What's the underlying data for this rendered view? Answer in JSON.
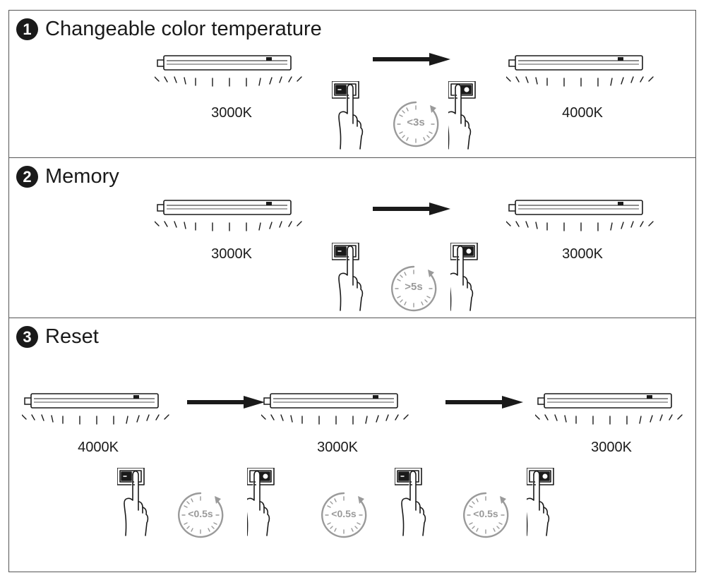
{
  "sections": [
    {
      "number": "1",
      "title": "Changeable color temperature",
      "lights": [
        "3000K",
        "4000K"
      ],
      "timers": [
        "<3s"
      ]
    },
    {
      "number": "2",
      "title": "Memory",
      "lights": [
        "3000K",
        "3000K"
      ],
      "timers": [
        ">5s"
      ]
    },
    {
      "number": "3",
      "title": "Reset",
      "lights": [
        "4000K",
        "3000K",
        "3000K"
      ],
      "timers": [
        "<0.5s",
        "<0.5s",
        "<0.5s"
      ]
    }
  ],
  "colors": {
    "ink": "#1a1a1a",
    "timer": "#9a9a9a",
    "border": "#555555"
  }
}
